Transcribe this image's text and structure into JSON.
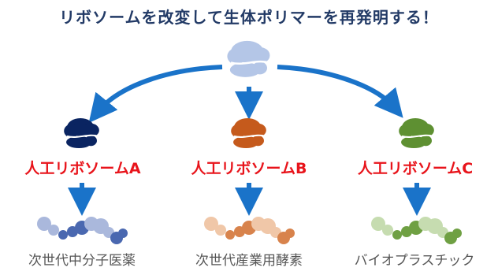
{
  "title": {
    "prefix": "リボソームを改変して生体ポリマーを",
    "emphasis": "再発明",
    "suffix": "する！"
  },
  "ribosomes": [
    {
      "name": "人工リボソームA",
      "application": "次世代中分子医薬",
      "color": "#0a2461",
      "chain_color_dark": "#4a68b0",
      "chain_color_light": "#aab8dc"
    },
    {
      "name": "人工リボソームB",
      "application": "次世代産業用酵素",
      "color": "#c55a1c",
      "chain_color_dark": "#d8834c",
      "chain_color_light": "#f0c7a8"
    },
    {
      "name": "人工リボソームC",
      "application": "バイオプラスチック",
      "color": "#5e9032",
      "chain_color_dark": "#6fa043",
      "chain_color_light": "#c6dcb0"
    }
  ],
  "source_ribosome_color": "#b4c6e7",
  "arrow_color": "#1a73c9"
}
